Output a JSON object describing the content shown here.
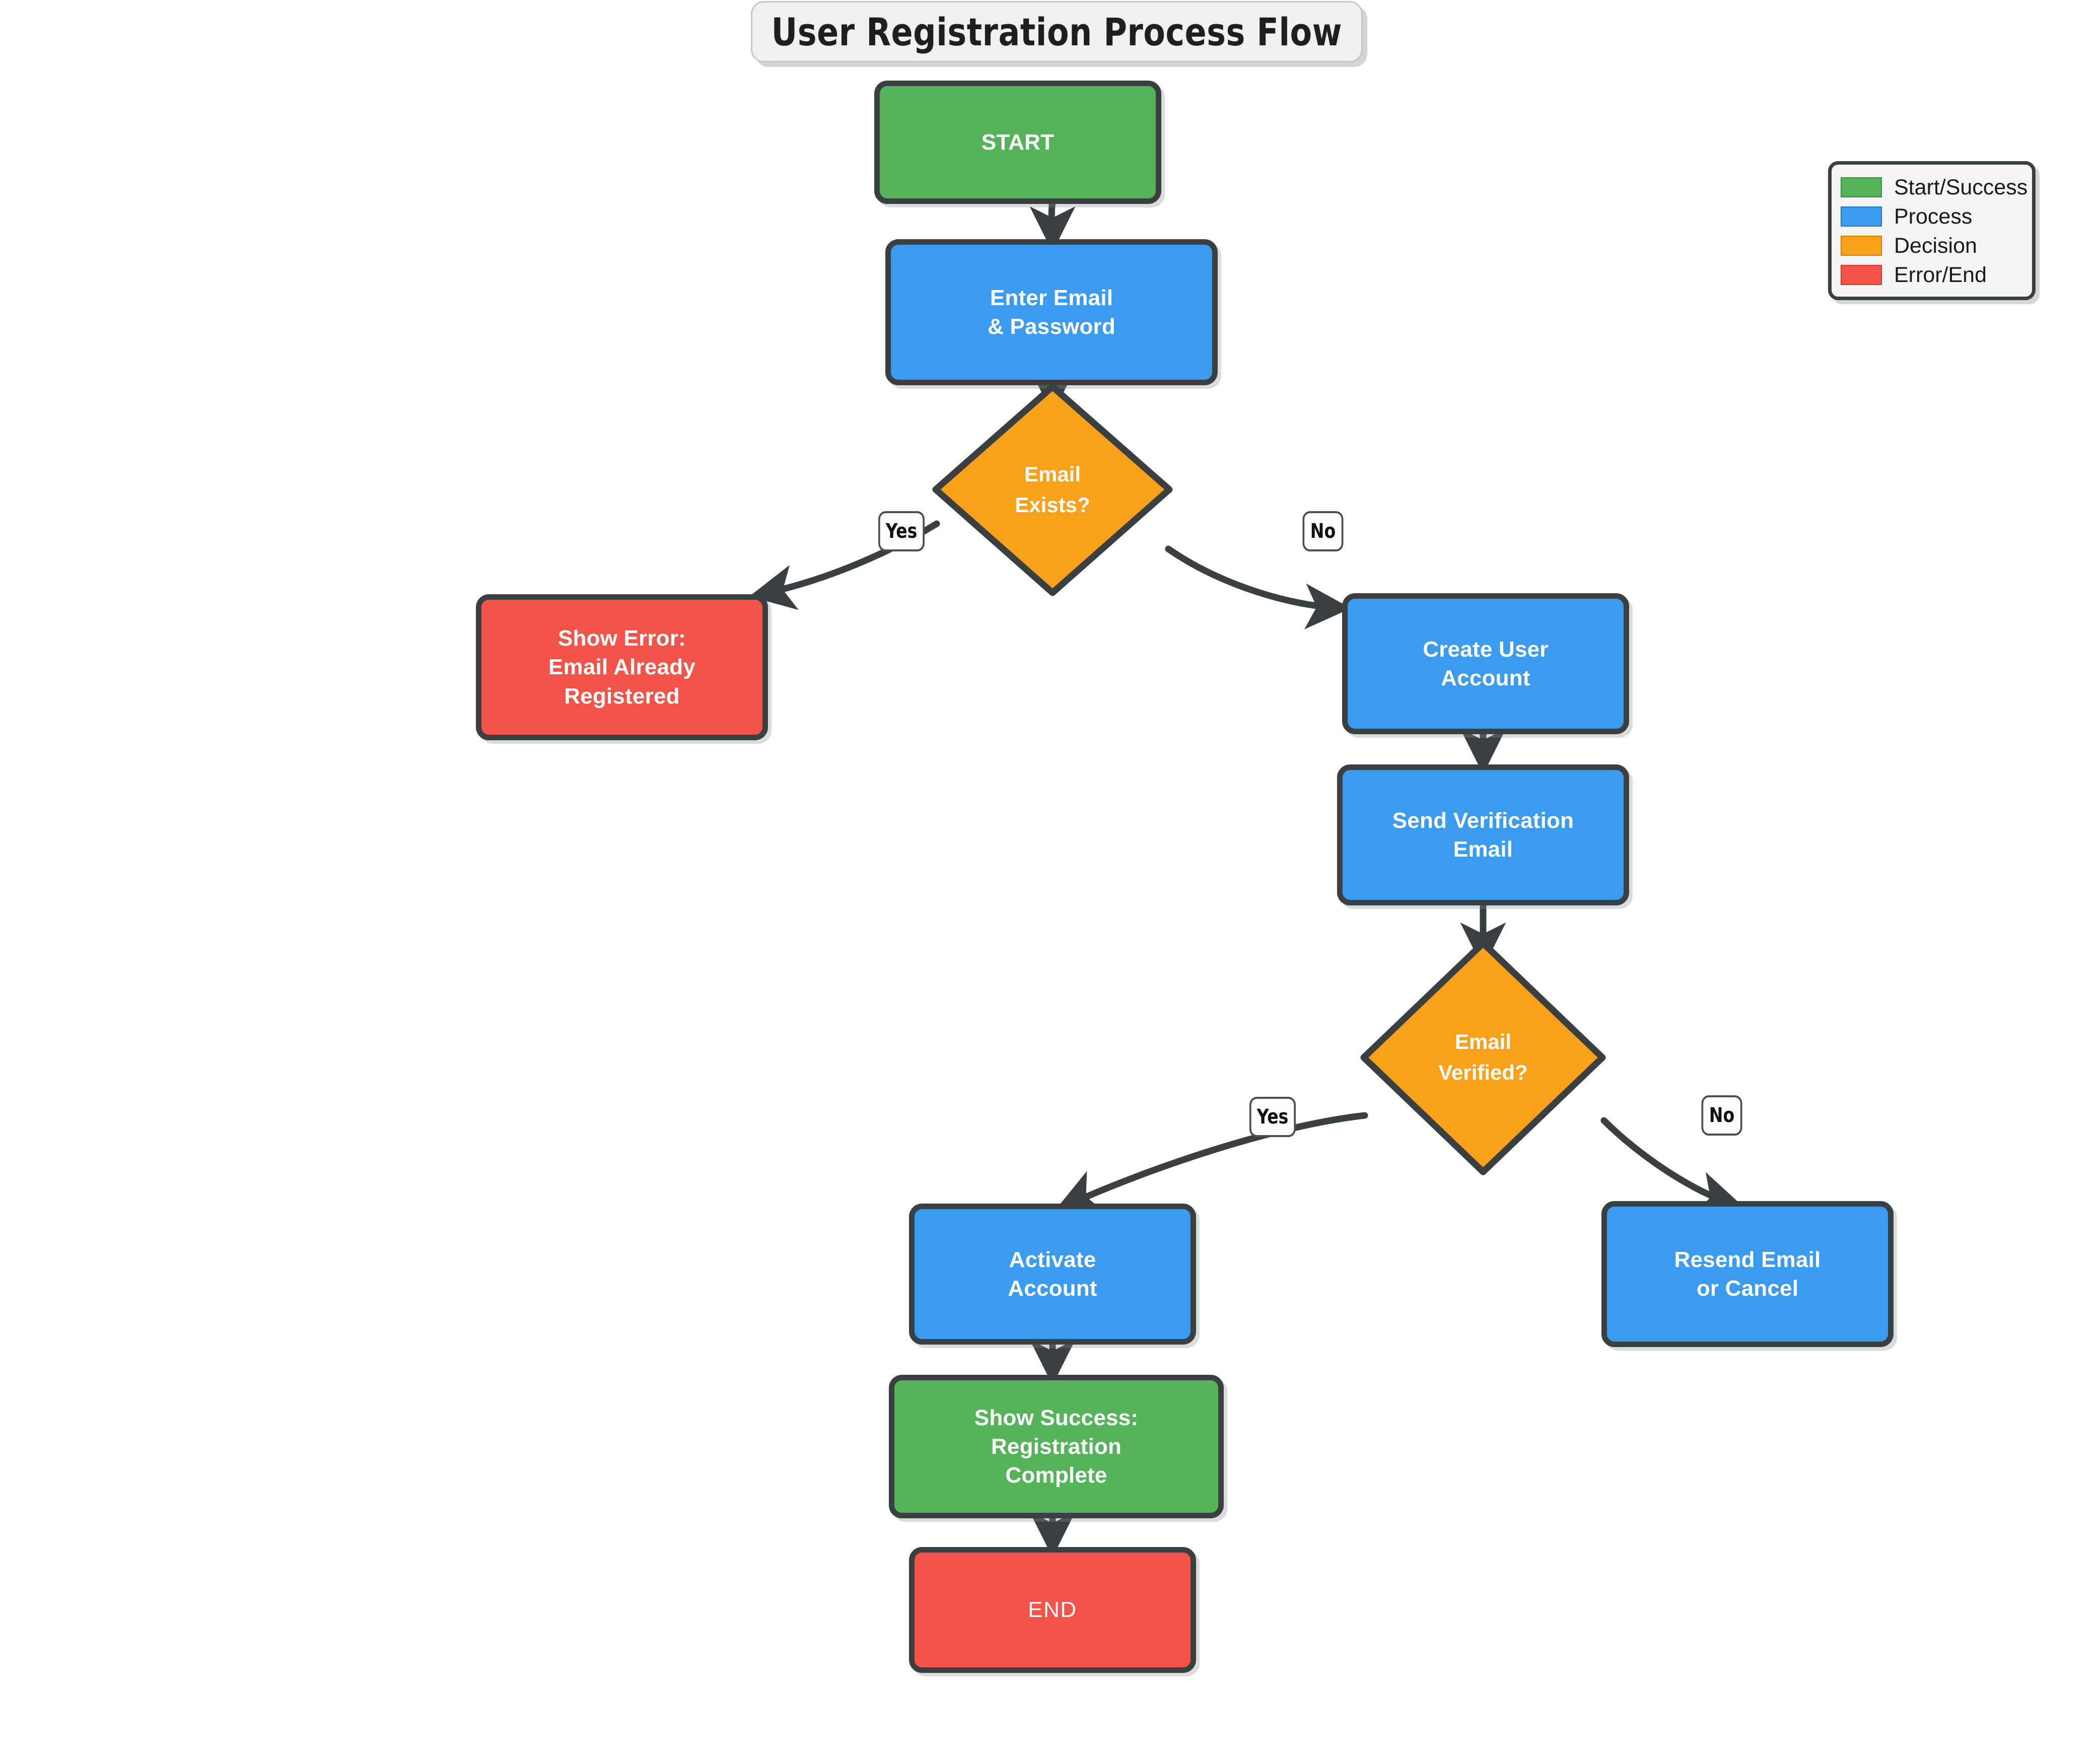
{
  "title": "User Registration Process Flow",
  "colors": {
    "start_success": "#55b35a",
    "process": "#3b9bef",
    "decision": "#f9a11b",
    "error_end": "#f2544a",
    "node_border": "#3a3f42",
    "edge": "#3a3f42",
    "background": "#ffffff",
    "title_background": "#f0f0f0",
    "legend_background": "#f4f4f4"
  },
  "legend": {
    "items": [
      {
        "label": "Start/Success",
        "color": "#55b35a",
        "border": "#3d8c42"
      },
      {
        "label": "Process",
        "color": "#3b9bef",
        "border": "#2178c4"
      },
      {
        "label": "Decision",
        "color": "#f9a11b",
        "border": "#d4820c"
      },
      {
        "label": "Error/End",
        "color": "#f2544a",
        "border": "#cc3c33"
      }
    ]
  },
  "nodes": {
    "start": {
      "label": "START",
      "type": "start_success"
    },
    "enter_creds": {
      "label": "Enter Email\n& Password",
      "type": "process"
    },
    "email_exists": {
      "label": "Email\nExists?",
      "type": "decision"
    },
    "show_error": {
      "label": "Show Error:\nEmail Already\nRegistered",
      "type": "error_end"
    },
    "create_user": {
      "label": "Create User\nAccount",
      "type": "process"
    },
    "send_verify": {
      "label": "Send Verification\nEmail",
      "type": "process"
    },
    "email_verified": {
      "label": "Email\nVerified?",
      "type": "decision"
    },
    "activate": {
      "label": "Activate\nAccount",
      "type": "process"
    },
    "resend": {
      "label": "Resend Email\nor Cancel",
      "type": "process"
    },
    "show_success": {
      "label": "Show Success:\nRegistration\nComplete",
      "type": "start_success"
    },
    "end": {
      "label": "END",
      "type": "error_end"
    }
  },
  "edges": [
    {
      "from": "start",
      "to": "enter_creds",
      "label": ""
    },
    {
      "from": "enter_creds",
      "to": "email_exists",
      "label": ""
    },
    {
      "from": "email_exists",
      "to": "show_error",
      "label": "Yes"
    },
    {
      "from": "email_exists",
      "to": "create_user",
      "label": "No"
    },
    {
      "from": "create_user",
      "to": "send_verify",
      "label": ""
    },
    {
      "from": "send_verify",
      "to": "email_verified",
      "label": ""
    },
    {
      "from": "email_verified",
      "to": "activate",
      "label": "Yes"
    },
    {
      "from": "email_verified",
      "to": "resend",
      "label": "No"
    },
    {
      "from": "activate",
      "to": "show_success",
      "label": ""
    },
    {
      "from": "show_success",
      "to": "end",
      "label": ""
    }
  ],
  "edge_labels": {
    "exists_yes": "Yes",
    "exists_no": "No",
    "verified_yes": "Yes",
    "verified_no": "No"
  }
}
